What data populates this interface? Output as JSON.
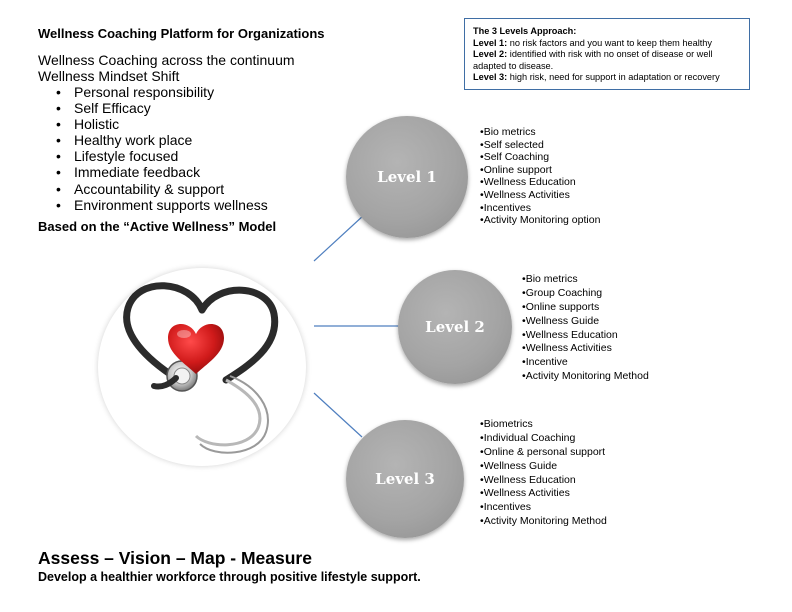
{
  "header": {
    "title": "Wellness Coaching Platform for Organizations",
    "subtitle1": "Wellness Coaching across the continuum",
    "subtitle2": "Wellness Mindset Shift"
  },
  "mindset_items": [
    "Personal responsibility",
    "Self Efficacy",
    "Holistic",
    "Healthy work place",
    "Lifestyle focused",
    "Immediate feedback",
    "Accountability & support",
    "Environment supports wellness"
  ],
  "model_note": "Based on the “Active Wellness” Model",
  "levels_box": {
    "heading": "The 3 Levels Approach:",
    "rows": [
      {
        "label": "Level 1:",
        "text": " no risk factors and you want to keep them healthy"
      },
      {
        "label": "Level 2:",
        "text": " identified with risk with no onset of disease or well adapted to disease."
      },
      {
        "label": "Level 3:",
        "text": " high risk, need for support in adaptation or recovery"
      }
    ]
  },
  "levels": [
    {
      "name": "Level 1",
      "items": [
        "Bio metrics",
        "Self selected",
        "Self Coaching",
        "Online support",
        "Wellness Education",
        "Wellness Activities",
        "Incentives",
        "Activity Monitoring option"
      ]
    },
    {
      "name": "Level 2",
      "items": [
        "Bio metrics",
        "Group Coaching",
        "Online supports",
        "Wellness Guide",
        "Wellness Education",
        "Wellness Activities",
        "Incentive",
        "Activity Monitoring Method"
      ]
    },
    {
      "name": "Level 3",
      "items": [
        "Biometrics",
        "Individual Coaching",
        "Online & personal support",
        "Wellness Guide",
        "Wellness Education",
        "Wellness Activities",
        "Incentives",
        "Activity Monitoring Method"
      ]
    }
  ],
  "footer": {
    "headline": "Assess – Vision – Map - Measure",
    "tagline": "Develop a healthier workforce through positive lifestyle support."
  },
  "colors": {
    "connector": "#4f7fbf",
    "box_border": "#3f6ea5",
    "circle": "#a6a6a6",
    "heart": "#d01a1a"
  },
  "image": {
    "icon": "stethoscope-heart-icon"
  }
}
